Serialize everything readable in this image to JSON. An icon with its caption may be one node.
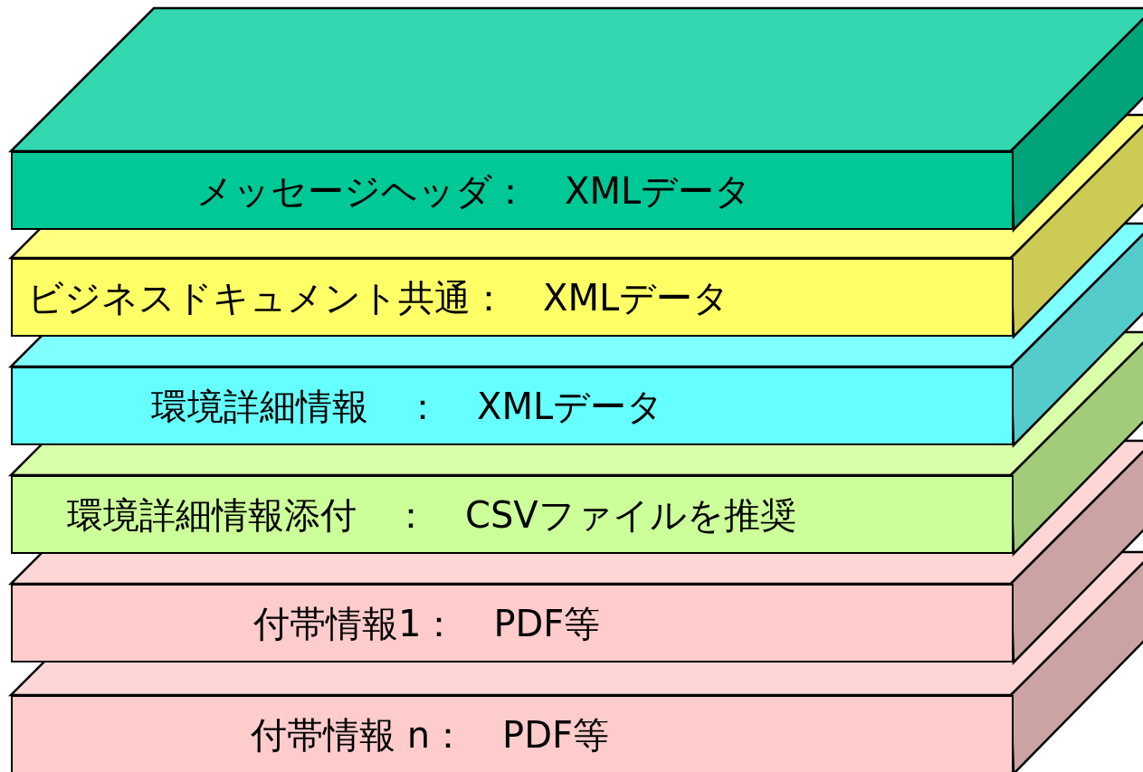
{
  "diagram": {
    "nodes": [
      {
        "text": [
          "メッセージヘッダ：　XMLデータ"
        ]
      },
      {
        "text": [
          "ビジネスドキュメント共通：　XMLデータ"
        ]
      },
      {
        "text": [
          "環境詳細情報　：　XMLデータ"
        ]
      },
      {
        "text": [
          "環境詳細情報添付　：　CSVファイルを推奨"
        ]
      },
      {
        "text": [
          "付帯情報1：　PDF等"
        ]
      },
      {
        "text": [
          "付帯情報 n：　PDF等"
        ]
      }
    ]
  }
}
